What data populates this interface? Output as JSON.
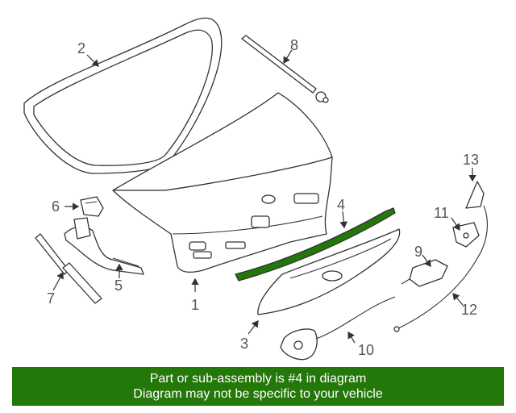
{
  "callouts": {
    "c1": "1",
    "c2": "2",
    "c3": "3",
    "c4": "4",
    "c5": "5",
    "c6": "6",
    "c7": "7",
    "c8": "8",
    "c9": "9",
    "c10": "10",
    "c11": "11",
    "c12": "12",
    "c13": "13"
  },
  "highlight_color": "#247709",
  "banner": {
    "line1": "Part or sub-assembly is #4 in diagram",
    "line2": "Diagram may not be specific to your vehicle"
  }
}
